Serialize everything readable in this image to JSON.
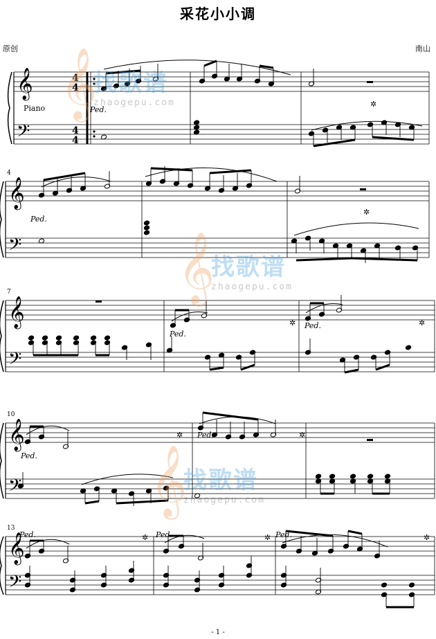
{
  "score": {
    "title": "采花小小调",
    "composer_left": "原创",
    "composer_right": "南山",
    "instrument": "Piano",
    "page_number": "- 1 -",
    "time_signature": "4/4",
    "pedal_mark": "Ped.",
    "measure_numbers": [
      "4",
      "7",
      "10",
      "13"
    ]
  },
  "watermark": {
    "text_zh": "找歌谱",
    "text_en": "zhaogepu.com"
  }
}
